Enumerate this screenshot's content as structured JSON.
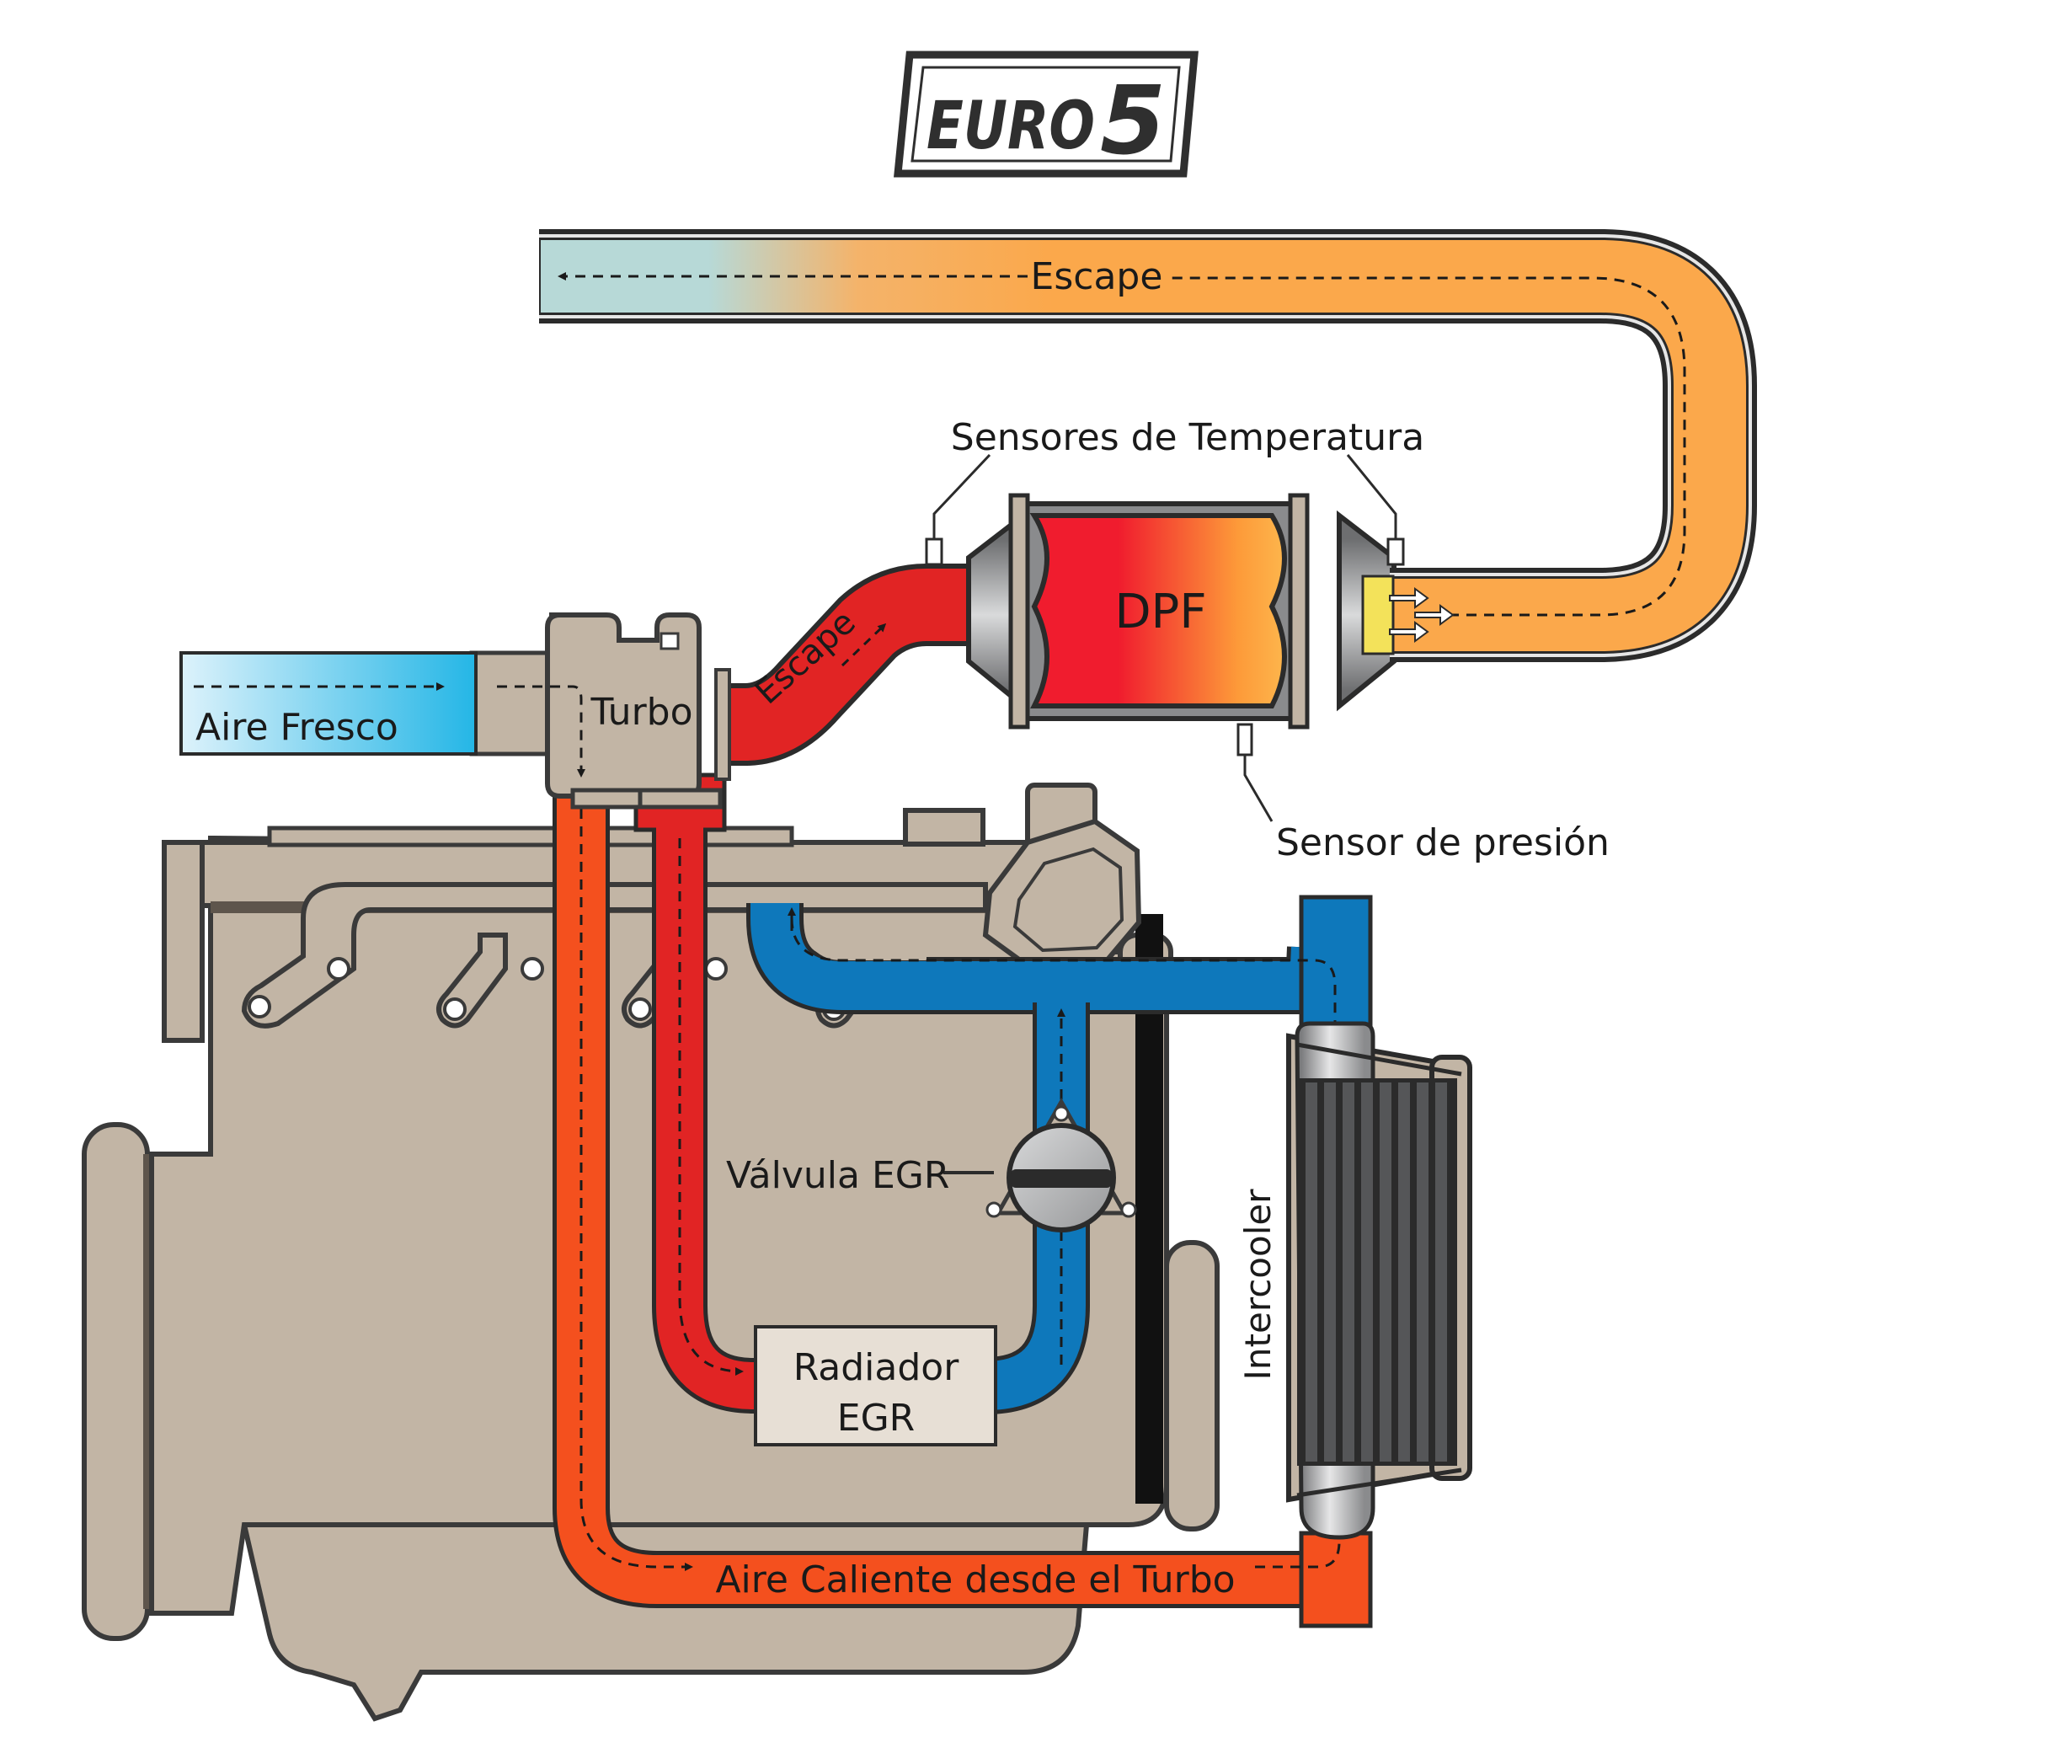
{
  "logo": {
    "text": "EURO",
    "number": "5"
  },
  "labels": {
    "exhaust_top": "Escape",
    "exhaust_turbo": "Escape",
    "temp_sensors": "Sensores de Temperatura",
    "dpf": "DPF",
    "pressure_sensor": "Sensor de presión",
    "fresh_air": "Aire Fresco",
    "turbo": "Turbo",
    "egr_valve": "Válvula EGR",
    "egr_radiator_line1": "Radiador",
    "egr_radiator_line2": "EGR",
    "intercooler": "Intercooler",
    "hot_air": "Aire Caliente desde el Turbo"
  },
  "colors": {
    "engine": "#c2b5a5",
    "outline": "#3a3a3a",
    "hot_exhaust": "#e12424",
    "hot_air": "#f4501e",
    "egr_cool": "#0e78bb",
    "exhaust_orange": "#fba84b",
    "exhaust_cool": "#b7d9d7",
    "fresh_air": "#36c0ea"
  }
}
